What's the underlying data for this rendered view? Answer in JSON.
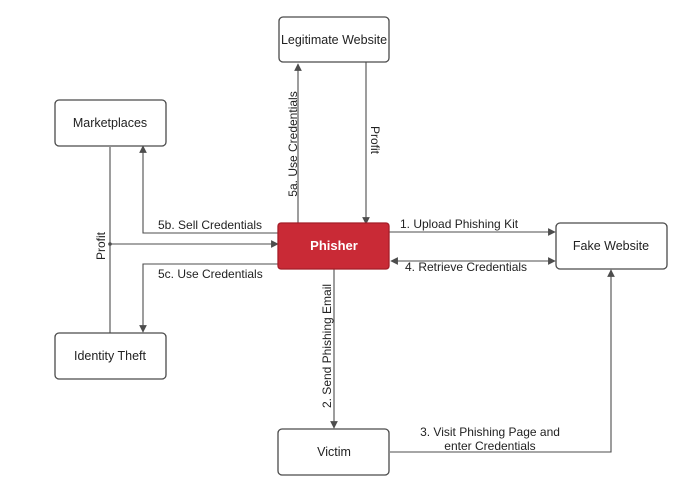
{
  "nodes": {
    "legitimate_website": "Legitimate Website",
    "marketplaces": "Marketplaces",
    "phisher": "Phisher",
    "fake_website": "Fake Website",
    "identity_theft": "Identity Theft",
    "victim": "Victim"
  },
  "edges": {
    "upload_phishing_kit": "1. Upload Phishing Kit",
    "send_phishing_email": "2. Send Phishing Email",
    "visit_phishing_page_line1": "3. Visit Phishing Page and",
    "visit_phishing_page_line2": "enter Credentials",
    "retrieve_credentials": "4. Retrieve Credentials",
    "use_credentials_5a": "5a. Use Credentials",
    "sell_credentials_5b": "5b. Sell Credentials",
    "use_credentials_5c": "5c. Use Credentials",
    "profit_legit": "Profit",
    "profit_left": "Profit"
  },
  "colors": {
    "phisher_fill": "#c92a36",
    "box_stroke": "#4a4a4a",
    "edge_stroke": "#4d4d4d"
  }
}
